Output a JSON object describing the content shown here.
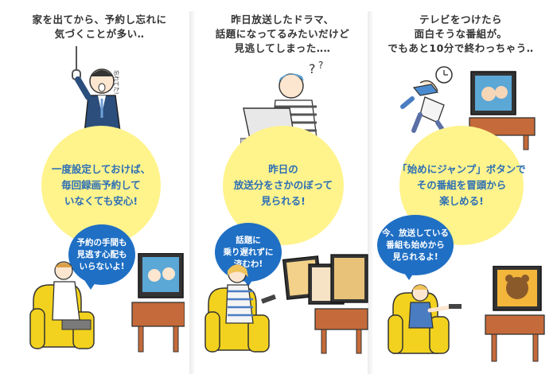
{
  "palette": {
    "yellow": "#fff38c",
    "blue": "#1f6fc4",
    "text_blue": "#2c6fb5",
    "furniture": "#f2d21e",
    "tv_stand": "#c56a3a"
  },
  "panels": [
    {
      "caption": [
        "家を出てから、予約し忘れに",
        "気づくことが多い‥"
      ],
      "highlight": [
        "一度設定しておけば、",
        "毎回録画予約して",
        "いなくても安心!"
      ],
      "bubble": [
        "予約の手間も",
        "見逃す心配も",
        "いらないよ!"
      ],
      "sign_text": "忘れてた!"
    },
    {
      "caption": [
        "昨日放送したドラマ、",
        "話題になってるみたいだけど",
        "見逃してしまった‥‥"
      ],
      "highlight": [
        "昨日の",
        "放送分をさかのぼって",
        "見られる!"
      ],
      "bubble": [
        "話題に",
        "乗り遅れずに",
        "済むわ!"
      ]
    },
    {
      "caption": [
        "テレビをつけたら",
        "面白そうな番組が。",
        "でもあと10分で終わっちゃう‥"
      ],
      "highlight": [
        "「始めにジャンプ」ボタンで",
        "その番組を冒頭から",
        "楽しめる!"
      ],
      "bubble": [
        "今、放送している",
        "番組も始めから",
        "見られるよ!"
      ]
    }
  ]
}
